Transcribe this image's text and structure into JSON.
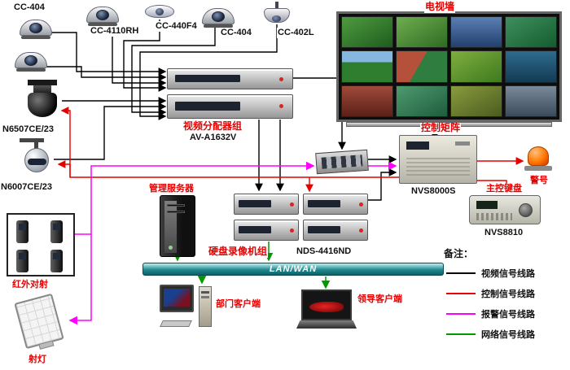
{
  "cameras": {
    "left_top": "CC-404",
    "top1": "CC-4110RH",
    "top2": "CC-440F4",
    "top3": "CC-404",
    "top4": "CC-402L",
    "left_mid": "N6507CE/23",
    "left_ptz": "N6007CE/23"
  },
  "distributor": {
    "title": "视频分配器组",
    "model": "AV-A1632V"
  },
  "tv_wall": {
    "title": "电视墙"
  },
  "matrix": {
    "title": "控制矩阵",
    "model": "NVS8000S"
  },
  "alarm": {
    "label": "警号"
  },
  "keyboard": {
    "title": "主控键盘",
    "model": "NVS8810"
  },
  "server": {
    "title": "管理服务器"
  },
  "dvr": {
    "title": "硬盘录像机组",
    "model": "NDS-4416ND"
  },
  "network_bar": {
    "label": "LAN/WAN"
  },
  "clients": {
    "dept": "部门客户端",
    "leader": "领导客户端"
  },
  "infrared": {
    "label": "红外对射"
  },
  "spotlight": {
    "label": "射灯"
  },
  "legend": {
    "title": "备注：",
    "items": [
      {
        "label": "视频信号线路",
        "color": "#000000"
      },
      {
        "label": "控制信号线路",
        "color": "#e60000"
      },
      {
        "label": "报警信号线路",
        "color": "#ff00ff"
      },
      {
        "label": "网络信号线路",
        "color": "#009900"
      }
    ]
  }
}
